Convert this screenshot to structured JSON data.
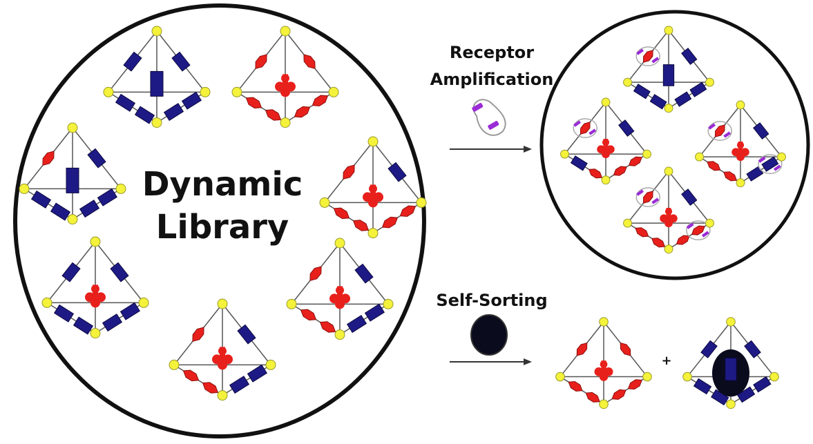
{
  "labels": {
    "library_line1": "Dynamic",
    "library_line2": "Library",
    "receptor_line1": "Receptor",
    "receptor_line2": "Amplification",
    "self_sorting": "Self-Sorting",
    "plus": "+"
  },
  "colors": {
    "red_ligand": "#e8201c",
    "blue_ligand": "#1e1a85",
    "vertex": "#f4f23a",
    "vertex_stroke": "#9a9a2a",
    "edge": "#555555",
    "circle": "#111111",
    "receptor": "#9a2bd6",
    "guest": "#0b0b1e"
  },
  "library": {
    "cages": [
      {
        "name": "cage-mixed-blue-center",
        "center": "blue",
        "edges": [
          "blue",
          "blue",
          "blue",
          "blue",
          "blue"
        ]
      },
      {
        "name": "cage-all-red",
        "center": "red",
        "edges": [
          "red",
          "red",
          "red",
          "red",
          "red"
        ]
      },
      {
        "name": "cage-mixed-left",
        "center": "blue",
        "edges": [
          "red",
          "blue",
          "blue",
          "blue",
          "blue"
        ]
      },
      {
        "name": "cage-red-blue-top-right",
        "center": "red",
        "edges": [
          "red",
          "blue",
          "red",
          "red",
          "red"
        ]
      },
      {
        "name": "cage-red-center-blue-edges",
        "center": "red",
        "edges": [
          "blue",
          "blue",
          "blue",
          "blue",
          "blue"
        ]
      },
      {
        "name": "cage-red-blue-bottom-right",
        "center": "red",
        "edges": [
          "red",
          "blue",
          "red",
          "blue",
          "red"
        ]
      },
      {
        "name": "cage-red-blue-bottom",
        "center": "red",
        "edges": [
          "red",
          "blue",
          "red",
          "blue",
          "blue"
        ]
      }
    ]
  },
  "amplified": {
    "cages": [
      {
        "name": "amp-cage-top",
        "center": "blue",
        "edges": [
          "red",
          "blue",
          "blue",
          "blue",
          "blue"
        ],
        "receptors": 1
      },
      {
        "name": "amp-cage-left",
        "center": "red",
        "edges": [
          "red",
          "blue",
          "blue",
          "red",
          "red"
        ],
        "receptors": 1
      },
      {
        "name": "amp-cage-right",
        "center": "red",
        "edges": [
          "red",
          "blue",
          "red",
          "blue",
          "red"
        ],
        "receptors": 2
      },
      {
        "name": "amp-cage-bottom",
        "center": "red",
        "edges": [
          "red",
          "blue",
          "red",
          "red",
          "red"
        ],
        "receptors": 2
      }
    ]
  },
  "sorted": {
    "cages": [
      {
        "name": "sorted-cage-red",
        "center": "red",
        "edges": [
          "red",
          "red",
          "red",
          "red",
          "red"
        ]
      },
      {
        "name": "sorted-cage-blue-guest",
        "center": "blue",
        "edges": [
          "blue",
          "blue",
          "blue",
          "blue",
          "blue"
        ],
        "guest": true
      }
    ]
  }
}
